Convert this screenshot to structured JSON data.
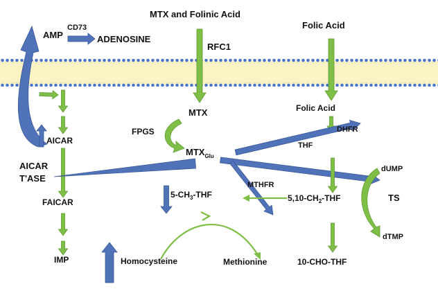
{
  "colors": {
    "blue_arrow": "#4f72b8",
    "blue_stroke": "#3a5a99",
    "green_arrow": "#7fbf47",
    "green_stroke": "#5f9a30",
    "membrane_fill": "#fbf3c4",
    "membrane_dots": "#4a74c9"
  },
  "labels": {
    "amp": "AMP",
    "cd73": "CD73",
    "adenosine": "ADENOSINE",
    "mtx_folinic": "MTX and Folinic Acid",
    "rfc1": "RFC1",
    "folic_acid_top": "Folic Acid",
    "folic_acid_inner": "Folic Acid",
    "mtx": "MTX",
    "fpgs": "FPGS",
    "mtx_glu_main": "MTX",
    "mtx_glu_sub": "Glu",
    "aicar": "AICAR",
    "aicar_tase_line1": "AICAR",
    "aicar_tase_line2": "T'ASE",
    "faicar": "FAICAR",
    "imp": "IMP",
    "dhfr": "DHFR",
    "thf": "THF",
    "dump": "dUMP",
    "ts": "TS",
    "dtmp": "dTMP",
    "mthfr": "MTHFR",
    "methylene_thf_a": "5,10-CH",
    "methylene_thf_sub": "2",
    "methylene_thf_b": "-THF",
    "methyl_thf_a": "5-CH",
    "methyl_thf_sub": "3",
    "methyl_thf_b": "-THF",
    "homocysteine": "Homocysteine",
    "methionine": "Methionine",
    "formyl_thf": "10-CHO-THF"
  }
}
